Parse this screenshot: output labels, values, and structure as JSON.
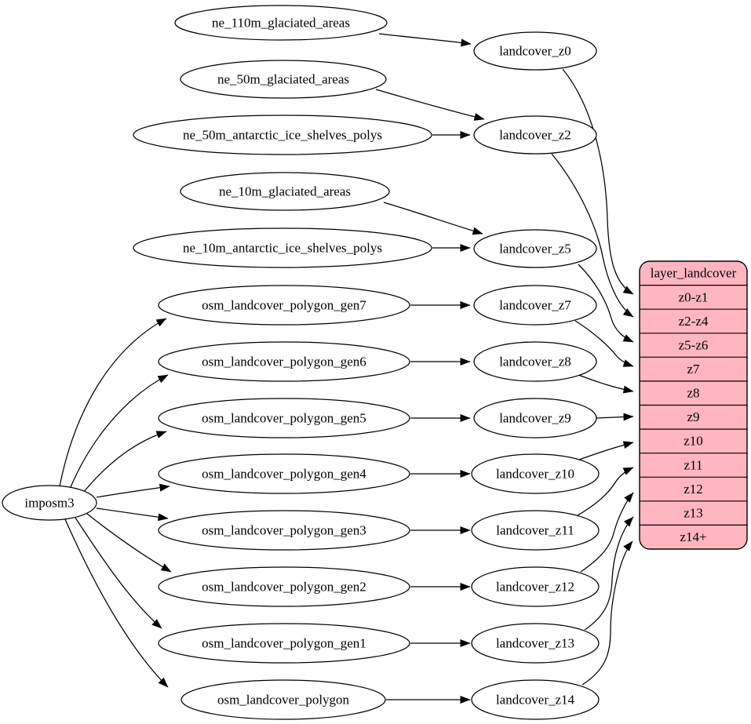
{
  "diagram": {
    "root": {
      "label": "imposm3"
    },
    "sources": [
      {
        "label": "ne_110m_glaciated_areas"
      },
      {
        "label": "ne_50m_glaciated_areas"
      },
      {
        "label": "ne_50m_antarctic_ice_shelves_polys"
      },
      {
        "label": "ne_10m_glaciated_areas"
      },
      {
        "label": "ne_10m_antarctic_ice_shelves_polys"
      },
      {
        "label": "osm_landcover_polygon_gen7"
      },
      {
        "label": "osm_landcover_polygon_gen6"
      },
      {
        "label": "osm_landcover_polygon_gen5"
      },
      {
        "label": "osm_landcover_polygon_gen4"
      },
      {
        "label": "osm_landcover_polygon_gen3"
      },
      {
        "label": "osm_landcover_polygon_gen2"
      },
      {
        "label": "osm_landcover_polygon_gen1"
      },
      {
        "label": "osm_landcover_polygon"
      }
    ],
    "stages": [
      {
        "label": "landcover_z0"
      },
      {
        "label": "landcover_z2"
      },
      {
        "label": "landcover_z5"
      },
      {
        "label": "landcover_z7"
      },
      {
        "label": "landcover_z8"
      },
      {
        "label": "landcover_z9"
      },
      {
        "label": "landcover_z10"
      },
      {
        "label": "landcover_z11"
      },
      {
        "label": "landcover_z12"
      },
      {
        "label": "landcover_z13"
      },
      {
        "label": "landcover_z14"
      }
    ],
    "table": {
      "title": "layer_landcover",
      "rows": [
        {
          "label": "z0-z1"
        },
        {
          "label": "z2-z4"
        },
        {
          "label": "z5-z6"
        },
        {
          "label": "z7"
        },
        {
          "label": "z8"
        },
        {
          "label": "z9"
        },
        {
          "label": "z10"
        },
        {
          "label": "z11"
        },
        {
          "label": "z12"
        },
        {
          "label": "z13"
        },
        {
          "label": "z14+"
        }
      ]
    },
    "edges": [
      {
        "from": "ne_110m_glaciated_areas",
        "to": "landcover_z0"
      },
      {
        "from": "ne_50m_glaciated_areas",
        "to": "landcover_z2"
      },
      {
        "from": "ne_50m_antarctic_ice_shelves_polys",
        "to": "landcover_z2"
      },
      {
        "from": "ne_10m_glaciated_areas",
        "to": "landcover_z5"
      },
      {
        "from": "ne_10m_antarctic_ice_shelves_polys",
        "to": "landcover_z5"
      },
      {
        "from": "osm_landcover_polygon_gen7",
        "to": "landcover_z7"
      },
      {
        "from": "osm_landcover_polygon_gen6",
        "to": "landcover_z8"
      },
      {
        "from": "osm_landcover_polygon_gen5",
        "to": "landcover_z9"
      },
      {
        "from": "osm_landcover_polygon_gen4",
        "to": "landcover_z10"
      },
      {
        "from": "osm_landcover_polygon_gen3",
        "to": "landcover_z11"
      },
      {
        "from": "osm_landcover_polygon_gen2",
        "to": "landcover_z12"
      },
      {
        "from": "osm_landcover_polygon_gen1",
        "to": "landcover_z13"
      },
      {
        "from": "osm_landcover_polygon",
        "to": "landcover_z14"
      },
      {
        "from": "imposm3",
        "to": "osm_landcover_polygon_gen7"
      },
      {
        "from": "imposm3",
        "to": "osm_landcover_polygon_gen6"
      },
      {
        "from": "imposm3",
        "to": "osm_landcover_polygon_gen5"
      },
      {
        "from": "imposm3",
        "to": "osm_landcover_polygon_gen4"
      },
      {
        "from": "imposm3",
        "to": "osm_landcover_polygon_gen3"
      },
      {
        "from": "imposm3",
        "to": "osm_landcover_polygon_gen2"
      },
      {
        "from": "imposm3",
        "to": "osm_landcover_polygon_gen1"
      },
      {
        "from": "imposm3",
        "to": "osm_landcover_polygon"
      },
      {
        "from": "landcover_z0",
        "to": "layer_landcover.z0-z1"
      },
      {
        "from": "landcover_z2",
        "to": "layer_landcover.z2-z4"
      },
      {
        "from": "landcover_z5",
        "to": "layer_landcover.z5-z6"
      },
      {
        "from": "landcover_z7",
        "to": "layer_landcover.z7"
      },
      {
        "from": "landcover_z8",
        "to": "layer_landcover.z8"
      },
      {
        "from": "landcover_z9",
        "to": "layer_landcover.z9"
      },
      {
        "from": "landcover_z10",
        "to": "layer_landcover.z10"
      },
      {
        "from": "landcover_z11",
        "to": "layer_landcover.z11"
      },
      {
        "from": "landcover_z12",
        "to": "layer_landcover.z12"
      },
      {
        "from": "landcover_z13",
        "to": "layer_landcover.z13"
      },
      {
        "from": "landcover_z14",
        "to": "layer_landcover.z14+"
      }
    ],
    "colors": {
      "table_fill": "#ffb6c1",
      "node_fill": "#ffffff",
      "stroke": "#000000"
    }
  }
}
